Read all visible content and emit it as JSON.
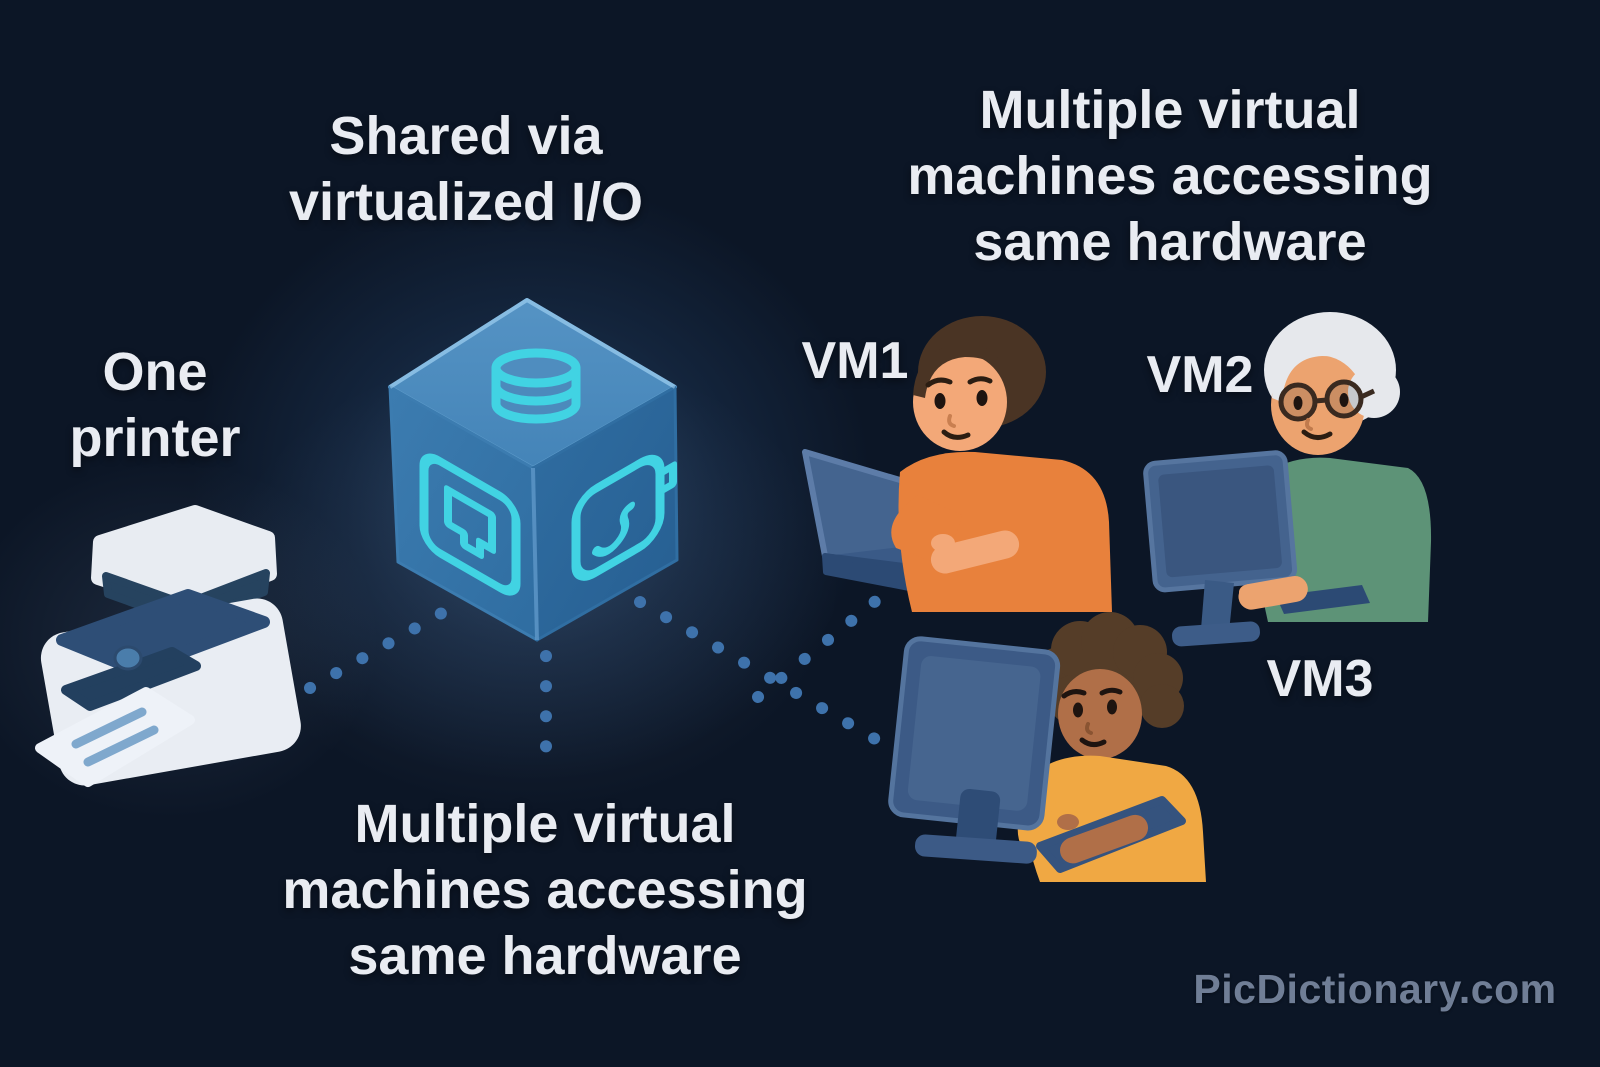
{
  "labels": {
    "center_title": {
      "line1": "Shared via",
      "line2": "virtualized I/O"
    },
    "top_right": {
      "line1": "Multiple virtual",
      "line2": "machines accessing",
      "line3": "same hardware"
    },
    "left": {
      "line1": "One",
      "line2": "printer"
    },
    "bottom": {
      "line1": "Multiple virtual",
      "line2": "machines accessing",
      "line3": "same hardware"
    }
  },
  "vms": [
    {
      "label": "VM1"
    },
    {
      "label": "VM2"
    },
    {
      "label": "VM3"
    }
  ],
  "watermark": "PicDictionary.com",
  "icons": {
    "cube_top": "database-cylinder-icon",
    "cube_left": "ethernet-port-icon",
    "cube_right": "peripheral-plug-icon",
    "left_device": "printer-icon",
    "vm1_device": "laptop-icon",
    "vm2_device": "monitor-icon",
    "vm3_device": "monitor-back-icon"
  },
  "colors": {
    "background": "#0c1626",
    "accent_cyan": "#41d3e3",
    "cube_blue": "#3f7fb3",
    "dotted_line": "#3e72ab",
    "text": "#e9ecf2",
    "watermark": "#76849c",
    "vm1_shirt": "#e8813c",
    "vm2_sweater": "#5d9377",
    "vm3_shirt": "#f0a843"
  }
}
